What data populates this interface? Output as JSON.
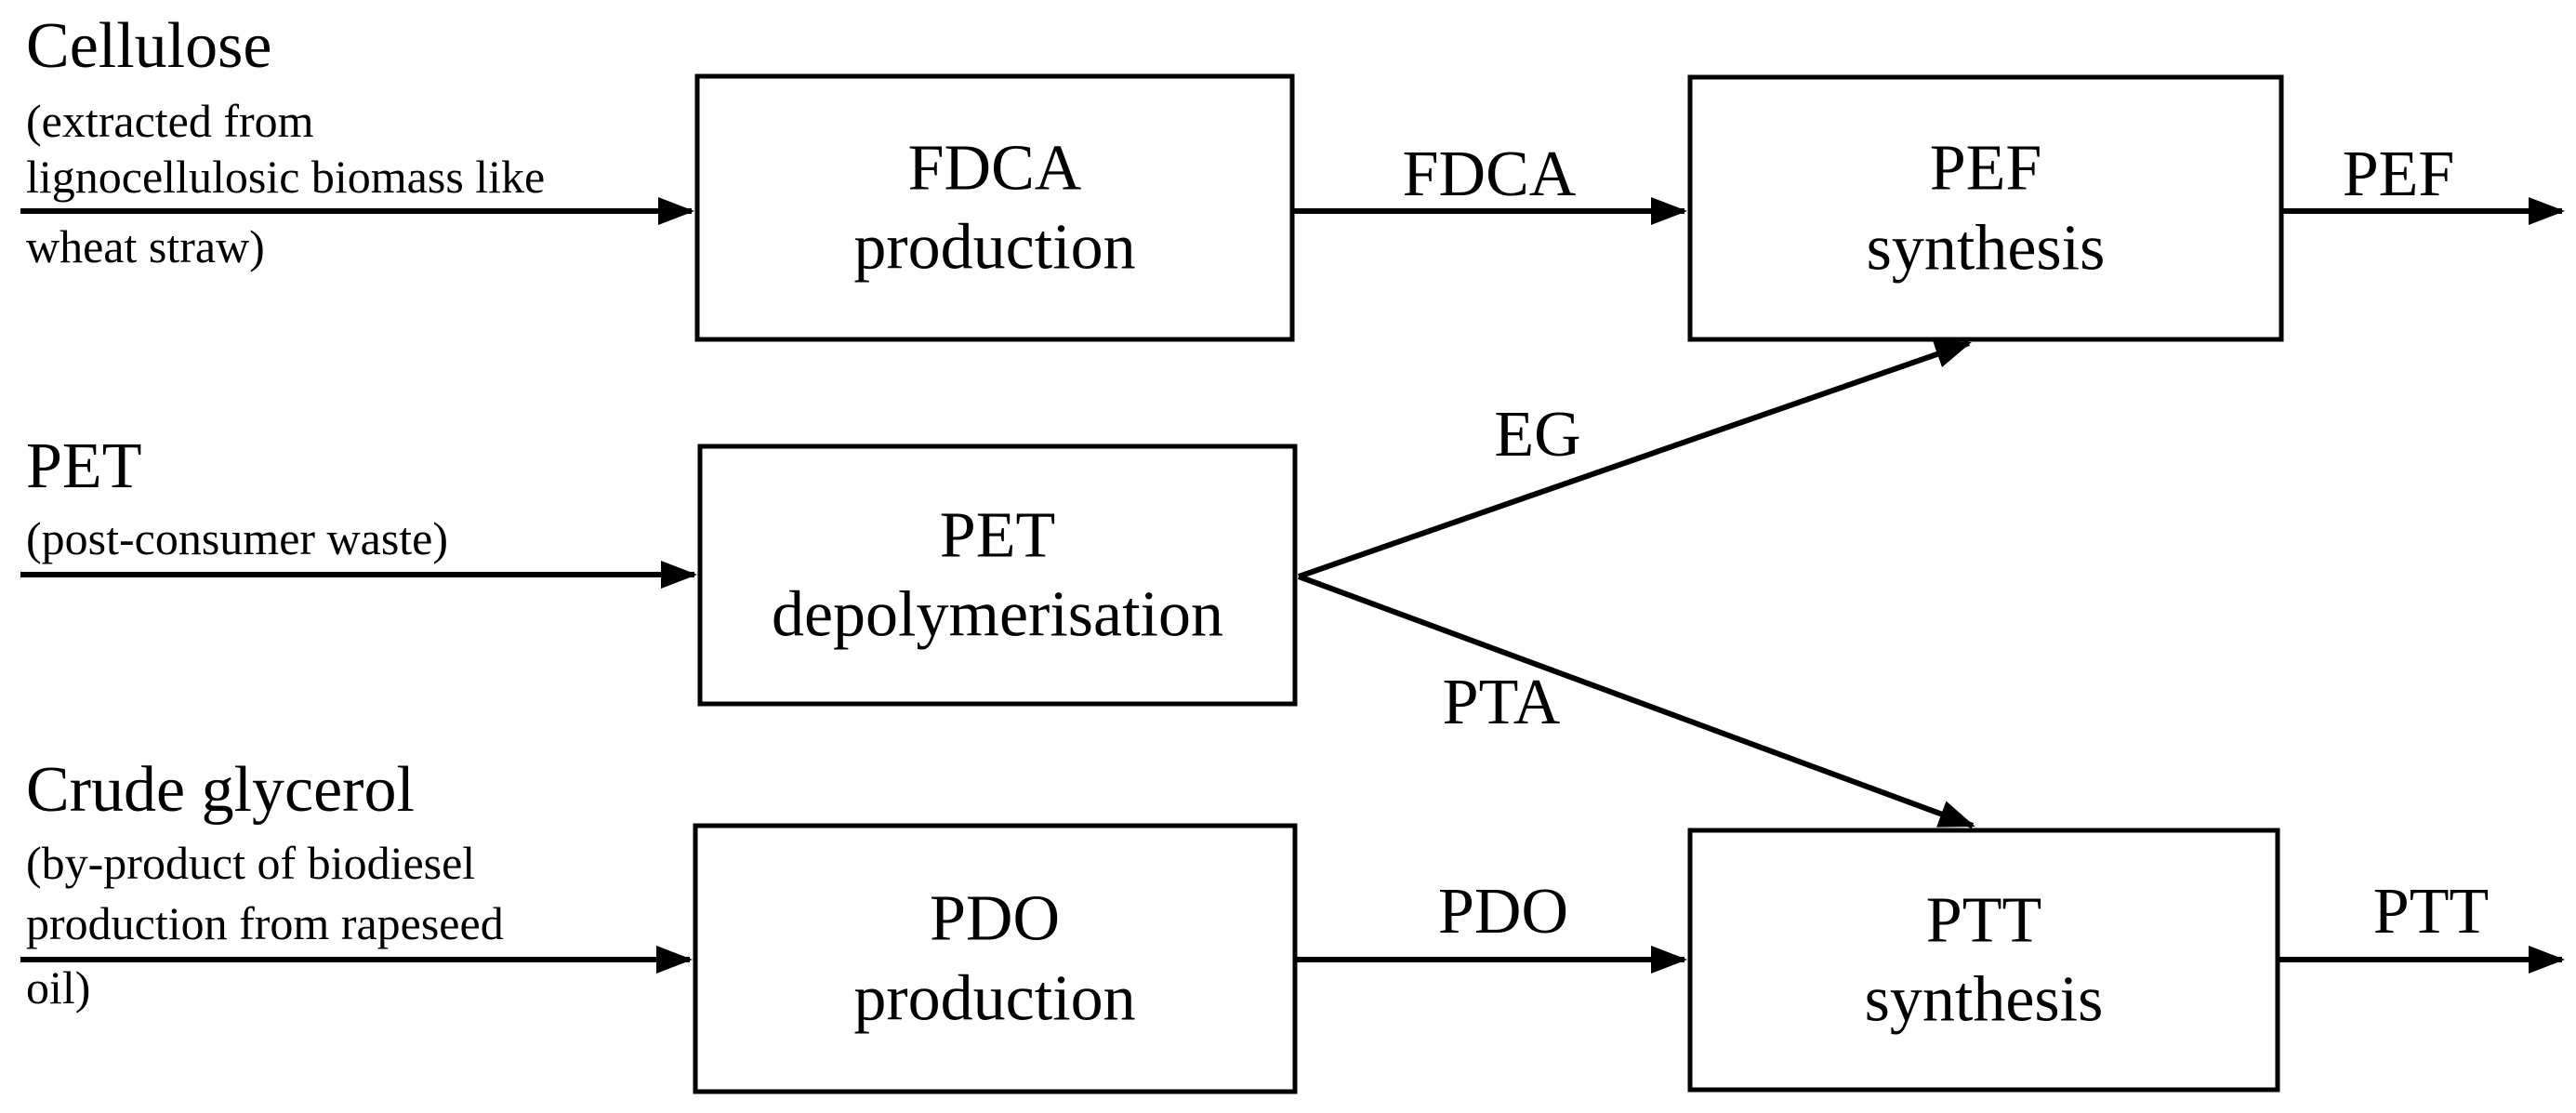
{
  "diagram": {
    "title_semantic": "Bio-based polymer production process flow",
    "background_color": "#ffffff",
    "line_color": "#000000",
    "sources": [
      {
        "name": "Cellulose",
        "desc_lines": [
          "(extracted from",
          "lignocellulosic biomass like",
          "wheat straw)"
        ]
      },
      {
        "name": "PET",
        "desc_lines": [
          "(post-consumer waste)"
        ]
      },
      {
        "name": "Crude glycerol",
        "desc_lines": [
          "(by-product of biodiesel",
          "production from rapeseed",
          "oil)"
        ]
      }
    ],
    "boxes": [
      {
        "id": "fdca-production",
        "line1": "FDCA",
        "line2": "production"
      },
      {
        "id": "pef-synthesis",
        "line1": "PEF",
        "line2": "synthesis"
      },
      {
        "id": "pet-depolymerisation",
        "line1": "PET",
        "line2": "depolymerisation"
      },
      {
        "id": "pdo-production",
        "line1": "PDO",
        "line2": "production"
      },
      {
        "id": "ptt-synthesis",
        "line1": "PTT",
        "line2": "synthesis"
      }
    ],
    "flow_labels": {
      "fdca": "FDCA",
      "pef_out": "PEF",
      "eg": "EG",
      "pta": "PTA",
      "pdo": "PDO",
      "ptt_out": "PTT"
    }
  }
}
